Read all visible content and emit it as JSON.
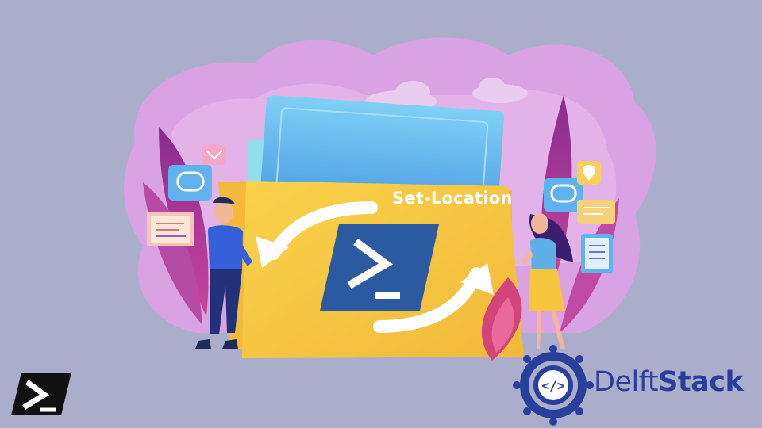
{
  "banner": {
    "caption": "Set-Location",
    "brand_part1": "Delft",
    "brand_part2": "Stack",
    "logo_glyph": "</>"
  },
  "icons": {
    "main": "powershell-icon",
    "corner": "powershell-icon",
    "brand": "delftstack-seal-icon"
  },
  "colors": {
    "background": "#abaecb",
    "folder": "#f7c940",
    "powershell": "#2c5aa0",
    "brand": "#2a3f9c",
    "blob": "#d59be0",
    "leaves": "#b2359a"
  }
}
